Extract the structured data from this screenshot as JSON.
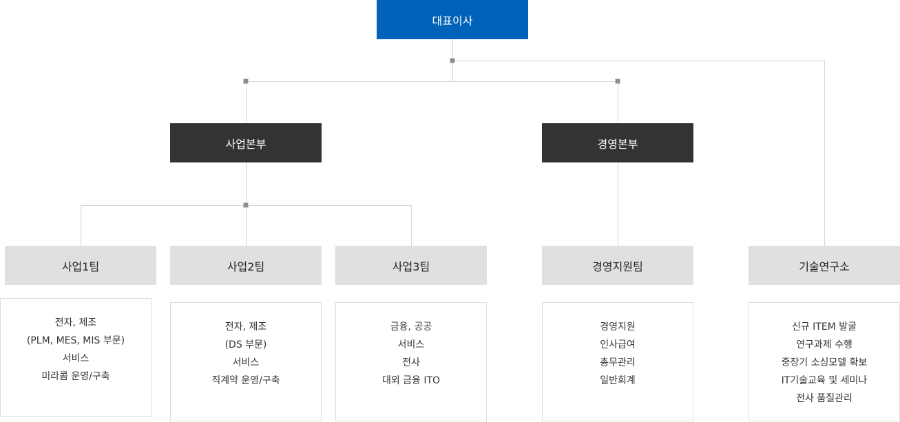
{
  "ceo": {
    "label": "대표이사"
  },
  "divisions": {
    "business": {
      "label": "사업본부"
    },
    "management": {
      "label": "경영본부"
    }
  },
  "teams": [
    {
      "label": "사업1팀",
      "items": [
        "전자, 제조",
        "(PLM, MES, MIS 부문)",
        "서비스",
        "미라콤 운영/구축"
      ]
    },
    {
      "label": "사업2팀",
      "items": [
        "전자, 제조",
        "(DS 부문)",
        "서비스",
        "직계약 운영/구축"
      ]
    },
    {
      "label": "사업3팀",
      "items": [
        "금융, 공공",
        "서비스",
        "전사",
        "대외 금융 ITO"
      ]
    },
    {
      "label": "경영지원팀",
      "items": [
        "경영지원",
        "인사급여",
        "총무관리",
        "일반회계"
      ]
    },
    {
      "label": "기술연구소",
      "items": [
        "신규 ITEM 발굴",
        "연구과제 수행",
        "중장기 소싱모델 확보",
        "IT기술교육 및 세미나",
        "전사 품질관리"
      ]
    }
  ],
  "colors": {
    "ceo": "#0062b8",
    "division": "#333333",
    "team": "#e0e0e0",
    "connector": "#d6d6d6"
  }
}
